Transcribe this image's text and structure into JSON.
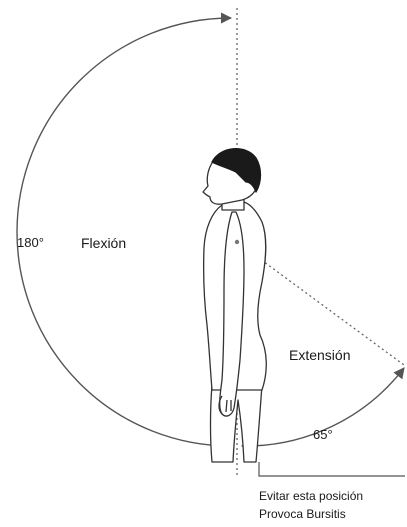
{
  "labels": {
    "flexion_degrees": "180°",
    "flexion": "Flexión",
    "extension": "Extensión",
    "extension_degrees": "65°",
    "note_line1": "Evitar esta posición",
    "note_line2": "Provoca Bursitis"
  },
  "colors": {
    "line": "#555555",
    "hair": "#1a1a1a",
    "text": "#1a1a1a"
  }
}
